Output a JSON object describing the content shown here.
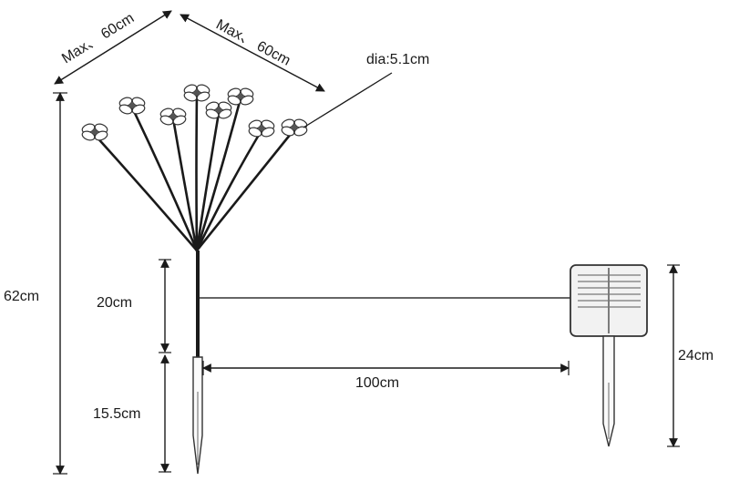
{
  "labels": {
    "max_left": "Max、 60cm",
    "max_right": "Max、 60cm",
    "flower_dia": "dia:5.1cm",
    "total_height": "62cm",
    "upper_stake": "20cm",
    "lower_stake": "15.5cm",
    "cable_length": "100cm",
    "panel_height": "24cm"
  },
  "colors": {
    "line": "#1a1a1a",
    "stem": "#2a2a2a",
    "panel": "#f2f2f2"
  }
}
